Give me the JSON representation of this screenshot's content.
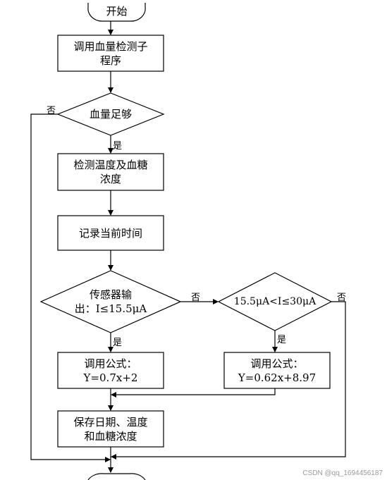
{
  "diagram": {
    "start": "开始",
    "call_subroutine": [
      "调用血量检测子",
      "程序"
    ],
    "blood_enough": "血量足够",
    "measure": [
      "检测温度及血糖",
      "浓度"
    ],
    "record_time": "记录当前时间",
    "sensor_decision": [
      "传感器输",
      "出：I≤15.5μA"
    ],
    "range_decision": "15.5μA<I≤30μA",
    "formula_left": [
      "调用公式：",
      "Y=0.7x+2"
    ],
    "formula_right": [
      "调用公式：",
      "Y=0.62x+8.97"
    ],
    "save": [
      "保存日期、温度",
      "和血糖浓度"
    ],
    "label_yes": "是",
    "label_no": "否"
  },
  "watermark": "CSDN @qq_1694456187"
}
